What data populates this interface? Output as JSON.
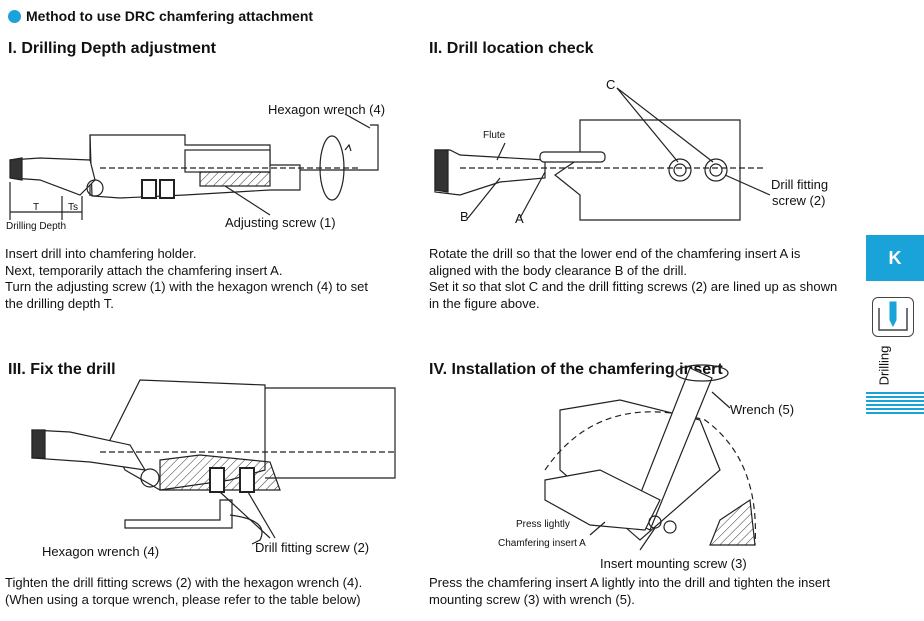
{
  "header": {
    "title": "Method to use DRC chamfering attachment"
  },
  "sections": {
    "s1": {
      "title": "I. Drilling Depth adjustment",
      "labels": {
        "hex_wrench": "Hexagon wrench (4)",
        "adj_screw": "Adjusting screw (1)",
        "drill_depth": "Drilling Depth",
        "t": "T",
        "ts": "Ts"
      },
      "text": [
        "Insert drill into chamfering holder.",
        "Next, temporarily attach the chamfering insert A.",
        "Turn the adjusting screw (1) with the hexagon wrench (4) to set",
        "the drilling depth T."
      ]
    },
    "s2": {
      "title": "II. Drill location check",
      "labels": {
        "c": "C",
        "flute": "Flute",
        "b": "B",
        "a": "A",
        "fit1": "Drill fitting",
        "fit2": "screw (2)"
      },
      "text": [
        "Rotate the drill so that the lower end of the chamfering insert A is",
        "aligned with the body clearance B of the drill.",
        "Set it so that slot C and the drill fitting screws (2) are lined up as shown",
        "in the figure above."
      ]
    },
    "s3": {
      "title": "III. Fix the drill",
      "labels": {
        "hex_wrench": "Hexagon wrench (4)",
        "fit_screw": "Drill fitting screw (2)"
      },
      "text": [
        "Tighten the drill fitting screws (2) with the hexagon wrench (4).",
        "(When using a torque wrench, please refer to the table below)"
      ]
    },
    "s4": {
      "title": "IV. Installation of the chamfering insert",
      "labels": {
        "wrench": "Wrench (5)",
        "press": "Press lightly",
        "insert_a": "Chamfering insert A",
        "mount_screw": "Insert mounting screw (3)"
      },
      "text": [
        "Press the chamfering insert A lightly into the drill and tighten the insert",
        "mounting screw (3) with wrench (5)."
      ]
    }
  },
  "sidebar": {
    "tab": "K",
    "category": "Drilling",
    "icon": "drill-in-hole-icon",
    "accent": "#1aa3d8"
  }
}
